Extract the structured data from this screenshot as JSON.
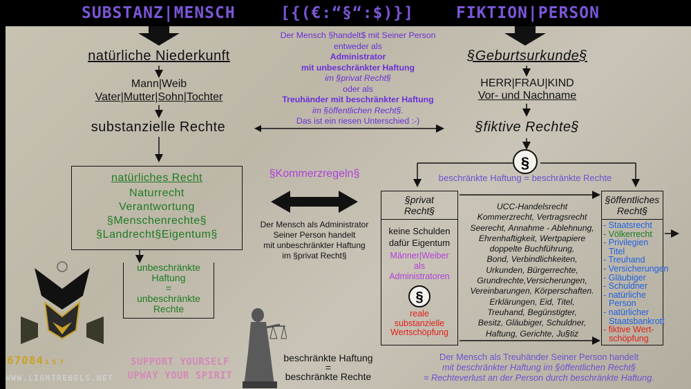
{
  "header": {
    "left": "SUBSTANZ|MENSCH",
    "center": "[{(€:“§“:$)}]",
    "right": "FIKTION|PERSON"
  },
  "left_column": {
    "birth": "natürliche Niederkunft",
    "roles_line1": "Mann|Weib",
    "roles_line2": "Vater|Mutter|Sohn|Tochter",
    "rights": "substanzielle Rechte",
    "natural_box": {
      "title": "natürliches Recht",
      "items": [
        "Naturrecht",
        "Verantwortung",
        "§Menschenrechte§",
        "§Landrecht§Eigentum§"
      ]
    },
    "unlimited_box": {
      "line1": "unbeschränkte",
      "line2": "Haftung",
      "line3": "=",
      "line4": "unbeschränkte",
      "line5": "Rechte"
    }
  },
  "center_text": {
    "lines": [
      "Der Mensch §handelt$ mit Seiner Person",
      "entweder als",
      "Administrator",
      "mit unbeschränkter Haftung",
      "im §privat Recht§",
      "oder als",
      "Treuhänder mit beschränkter Haftung",
      "im §öffentlichen Recht§.",
      "Das ist ein riesen Unterschied :-)"
    ]
  },
  "commerce": {
    "title": "§Kommerzregeln§",
    "desc_line1": "Der Mensch als Administrator",
    "desc_line2": "Seiner Person handelt",
    "desc_line3": "mit unbeschränkter Haftung",
    "desc_line4": "im §privat Recht§"
  },
  "right_column": {
    "birth_cert": "§Geburtsurkunde§",
    "person_line1": "HERR|FRAU|KIND",
    "person_line2": "Vor- und Nachname",
    "rights": "§fiktive Rechte§",
    "symbol": "§",
    "limited_link": "beschränkte Haftung = beschränkte Rechte"
  },
  "private_box": {
    "title_line1": "§privat",
    "title_line2": "Recht§",
    "line1": "keine Schulden",
    "line2": "dafür Eigentum",
    "line3": "Männer|Weiber",
    "line4": "als",
    "line5": "Administratoren",
    "symbol": "§",
    "line6": "reale",
    "line7": "substanzielle",
    "line8": "Wertschöpfung"
  },
  "ucc_lines": [
    "UCC-Handelsrecht",
    "Kommerzrecht, Vertragsrecht",
    "Seerecht, Annahme - Ablehnung,",
    "Ehrenhaftigkeit, Wertpapiere",
    "doppelte Buchführung,",
    "Bond, Verbindlichkeiten,",
    "Urkunden, Bürgerrechte,",
    "Grundrechte,Versicherungen,",
    "Vereinbarungen, Körperschaften.",
    "Erklärungen, Eid, Titel,",
    "Treuhand, Begünstigter,",
    "Besitz, Gläubiger, Schuldner,",
    "Haftung, Gerichte, Ju§tiz"
  ],
  "public_box": {
    "title_line1": "§öffentliches",
    "title_line2": "Recht§",
    "items": [
      "- Staatsrecht",
      "- Völkerrecht",
      "- Privilegien",
      "  Titel",
      "- Treuhand",
      "- Versicherungen",
      "- Gläubiger",
      "- Schuldner",
      "- natürliche",
      "  Person",
      "- natürlicher",
      "  Staatsbankrott"
    ],
    "item_last_line1": "- fiktive  Wert-",
    "item_last_line2": "  schöpfung"
  },
  "bottom": {
    "limited_line1": "beschränkte Haftung",
    "limited_line2": "=",
    "limited_line3": "beschränkte Rechte",
    "trust_line1": "Der Mensch als Treuhänder Seiner Person handelt",
    "trust_line2": "mit beschränkter Haftung im §öffentlichen Recht§",
    "trust_line3": "= Rechteverlust an der Person durch beschränkte Haftung."
  },
  "branding": {
    "number": "67084₁₅₇",
    "slogan_line1": "SUPPORT YOURSELF",
    "slogan_line2": "UPWAY YOUR SPIRIT",
    "site": "WWW.LIGHTREBELS.NET"
  },
  "colors": {
    "header": "#7b56d8",
    "purple": "#6a30d6",
    "violet": "#b03ed9",
    "green": "#1d7a22",
    "blue": "#2060e0",
    "red": "#e0201a"
  }
}
